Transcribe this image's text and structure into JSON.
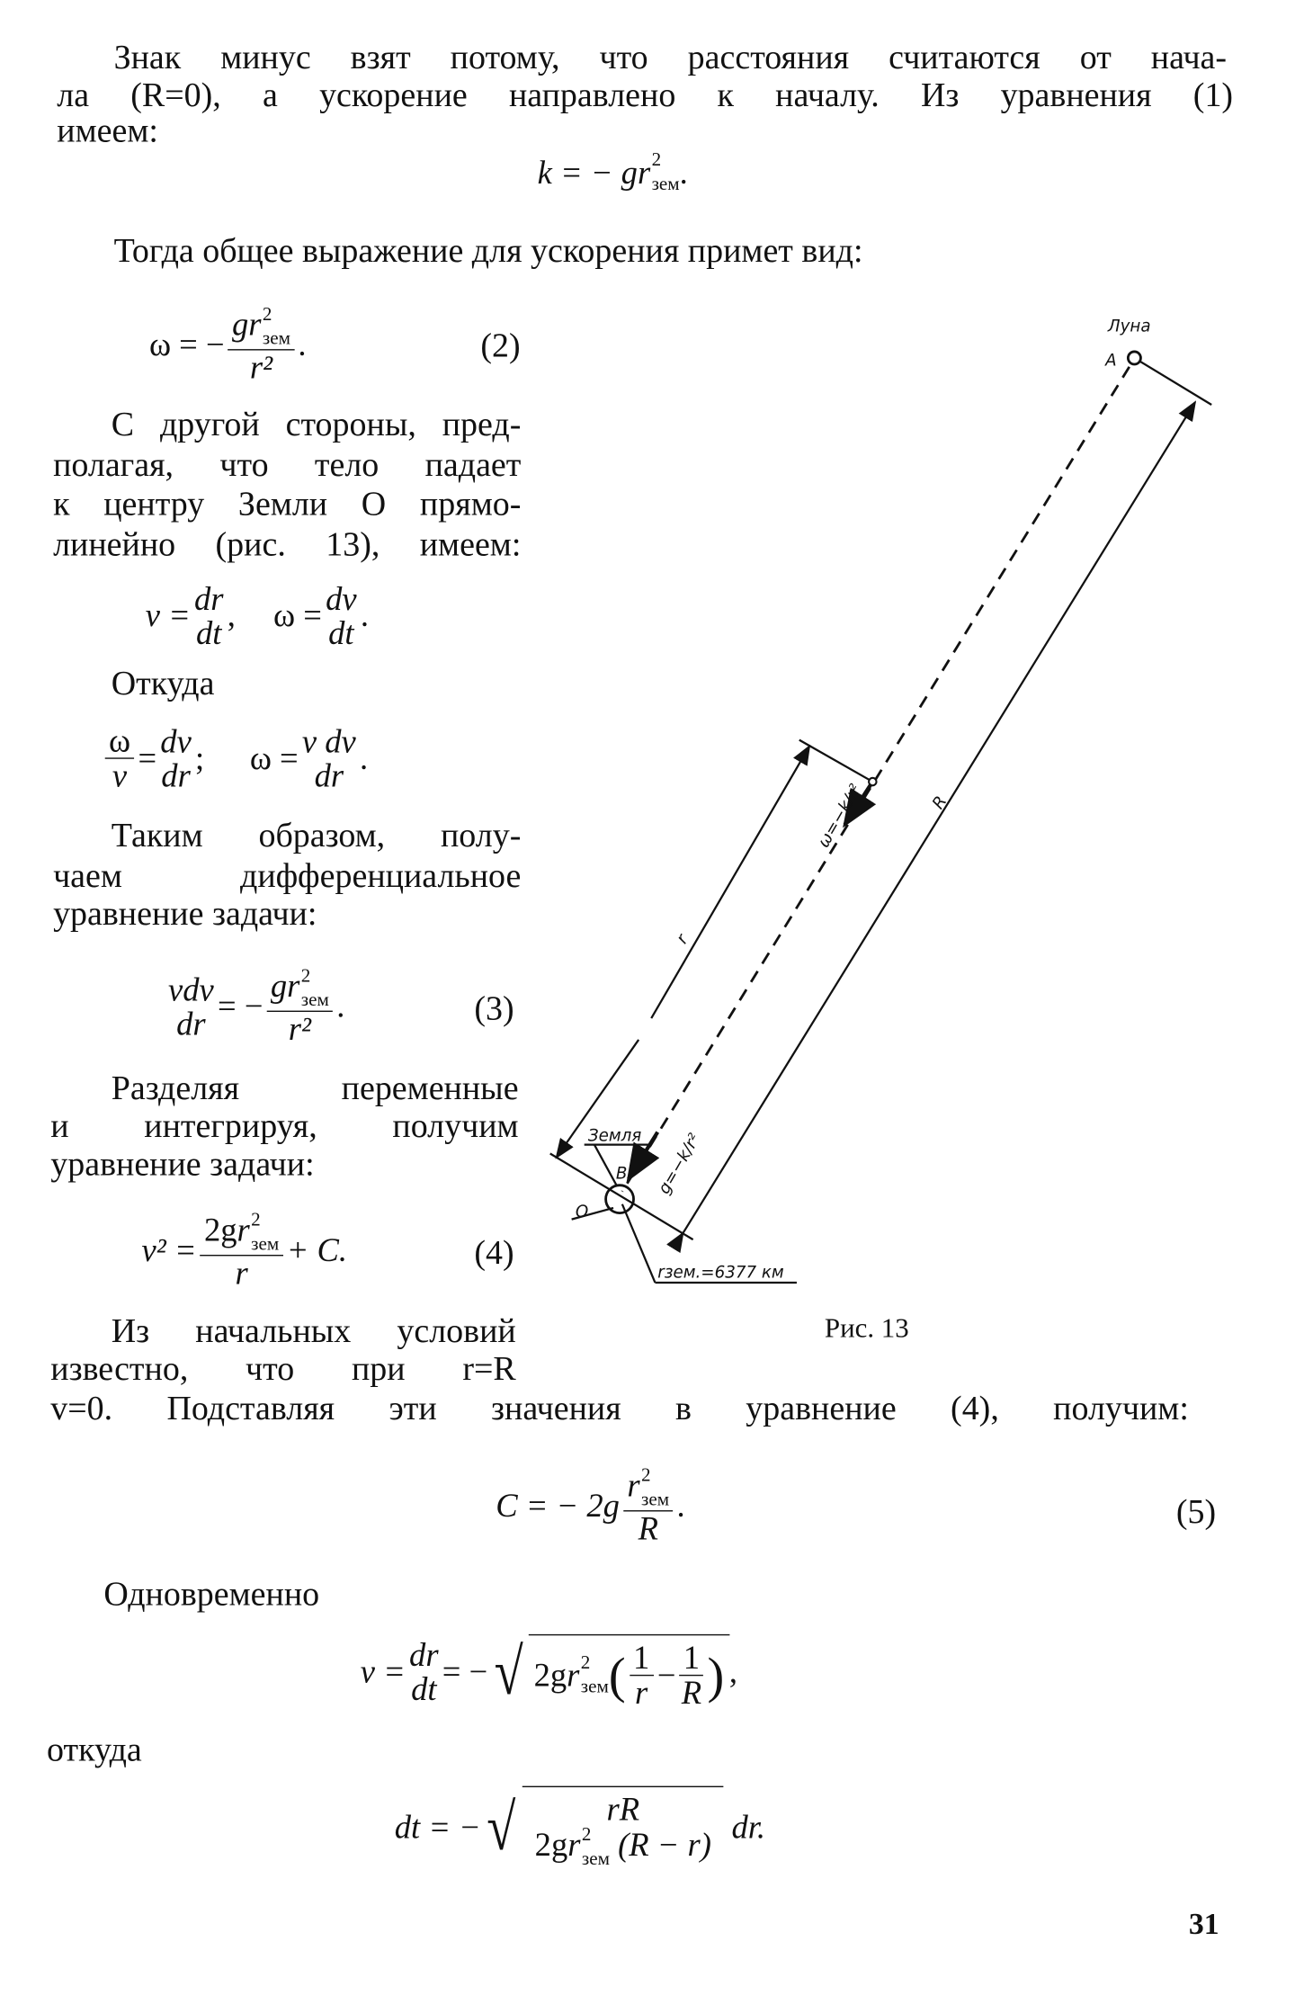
{
  "text": {
    "p1": [
      "Знак минус взят потому, что расстояния считаются от нача-",
      "ла (R=0), а ускорение направлено к началу. Из уравнения (1)",
      "имеем:"
    ],
    "p2": "Тогда общее выражение для ускорения примет вид:",
    "p3": [
      "С другой стороны, пред-",
      "полагая, что тело падает",
      "к центру Земли O прямо-",
      "линейно (рис. 13), имеем:"
    ],
    "p4": "Откуда",
    "p5": [
      "Таким образом, полу-",
      "чаем дифференциальное",
      "уравнение задачи:"
    ],
    "p6": [
      "Разделяя переменные",
      "и интегрируя, получим",
      "уравнение задачи:"
    ],
    "p7": [
      "Из начальных условий",
      "известно, что при r=R",
      "v=0. Подставляя эти значения в уравнение (4), получим:"
    ],
    "p8": "Одновременно",
    "p9": "откуда",
    "page_number": "31"
  },
  "equations": {
    "k": {
      "lhs": "k = − g",
      "r": "r",
      "sup": "2",
      "sub": "зем",
      "end": "."
    },
    "omega": {
      "lhs": "ω = −",
      "num_g": "g",
      "r": "r",
      "sup": "2",
      "sub": "зем",
      "den": "r²",
      "end": ".",
      "number": "(2)"
    },
    "v_omega": {
      "v": "v =",
      "dr": "dr",
      "dt": "dt",
      "sep": ",",
      "w": "ω =",
      "dv": "dv",
      "dt2": "dt",
      "end": "."
    },
    "ratio": {
      "w": "ω",
      "v": "v",
      "eq": "=",
      "dv": "dv",
      "dr": "dr",
      "sep": ";",
      "w2": "ω =",
      "vdv": "v dv",
      "dr2": "dr",
      "end": "."
    },
    "diff": {
      "vdv": "vdv",
      "dr": "dr",
      "eq": "= −",
      "g": "g",
      "r": "r",
      "sup": "2",
      "sub": "зем",
      "den": "r²",
      "end": ".",
      "number": "(3)"
    },
    "v2": {
      "lhs": "v² =",
      "num": "2g",
      "r": "r",
      "sup": "2",
      "sub": "зем",
      "den": "r",
      "end": "+ C.",
      "number": "(4)"
    },
    "C": {
      "lhs": "C = − 2g",
      "r": "r",
      "sup": "2",
      "sub": "зем",
      "den": "R",
      "end": ".",
      "number": "(5)"
    },
    "v_sqrt": {
      "lhs": "v =",
      "dr": "dr",
      "dt": "dt",
      "eq": "= −",
      "in": "2g",
      "r": "r",
      "sup": "2",
      "sub": "зем",
      "one": "1",
      "rr": "r",
      "minus": "−",
      "one2": "1",
      "RR": "R",
      "end": ","
    },
    "dt": {
      "lhs": "dt = −",
      "num": "rR",
      "den_a": "2g",
      "r": "r",
      "sup": "2",
      "sub": "зем",
      "den_b": "(R − r)",
      "end": "dr."
    }
  },
  "figure": {
    "moon": "Луна",
    "A": "A",
    "R": "R",
    "r": "r",
    "omega": "ω=−k/r²",
    "g": "g=−k/r²",
    "earth": "Земля",
    "B": "B",
    "O": "O",
    "r_earth": "rзем.=6377 км",
    "caption": "Рис. 13"
  }
}
